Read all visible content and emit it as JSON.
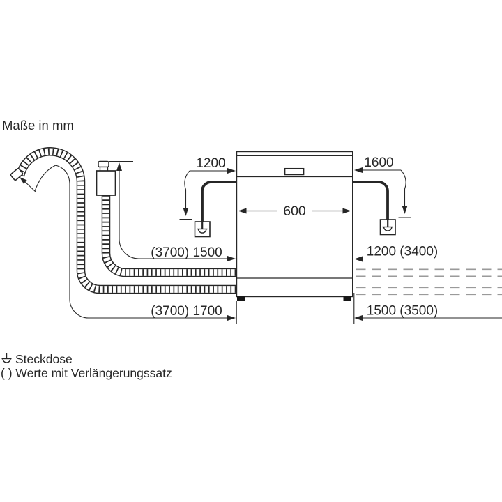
{
  "title": "Maße in mm",
  "dimensions": {
    "cord_left": "1200",
    "cord_right": "1600",
    "appliance_width": "600",
    "supply_hose_left": "(3700) 1500",
    "drain_hose_left": "(3700) 1700",
    "supply_hose_right": "1200 (3400)",
    "drain_hose_right": "1500 (3500)"
  },
  "legend": {
    "socket": "Steckdose",
    "extension": "( ) Werte mit Verlängerungssatz"
  },
  "colors": {
    "line": "#262626",
    "dash": "#9a9a9a",
    "background": "#ffffff"
  }
}
